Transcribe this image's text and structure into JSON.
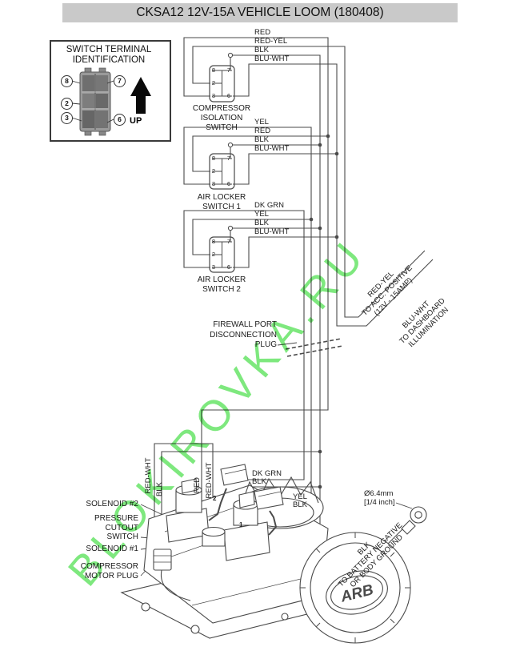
{
  "title": "CKSA12 12V-15A VEHICLE LOOM (180408)",
  "watermark": "BLOKIROVKA.RU",
  "brand": "ARB",
  "colors": {
    "line": "#4a4a4a",
    "titlebar": "#c9c9c9",
    "watermark": "#7ee87e"
  },
  "legend": {
    "title1": "SWITCH TERMINAL",
    "title2": "IDENTIFICATION",
    "up": "UP",
    "n8": "8",
    "n7": "7",
    "n2": "2",
    "n3": "3",
    "n6": "6"
  },
  "terminal_numbers": {
    "t8": "8",
    "t7": "7",
    "t2": "2",
    "t3": "3",
    "t6": "6"
  },
  "sw1": {
    "w1": "RED",
    "w2": "RED-YEL",
    "w3": "BLK",
    "w4": "BLU-WHT",
    "name1": "COMPRESSOR",
    "name2": "ISOLATION",
    "name3": "SWITCH"
  },
  "sw2": {
    "w1": "YEL",
    "w2": "RED",
    "w3": "BLK",
    "w4": "BLU-WHT",
    "name1": "AIR LOCKER",
    "name2": "SWITCH 1"
  },
  "sw3": {
    "w1": "DK GRN",
    "w2": "YEL",
    "w3": "BLK",
    "w4": "BLU-WHT",
    "name1": "AIR LOCKER",
    "name2": "SWITCH 2"
  },
  "firewall": {
    "l1": "FIREWALL PORT",
    "l2": "DISCONNECTION",
    "l3": "PLUG"
  },
  "acc": {
    "l1": "RED-YEL",
    "l2": "TO ACC. POSITIVE",
    "l3": "(12V - 15AMP)"
  },
  "dash": {
    "l1": "BLU-WHT",
    "l2": "TO DASHBOARD",
    "l3": "ILLUMINATION"
  },
  "ground": {
    "l1": "BLK",
    "l2": "TO BATTERY NEGATIVE",
    "l3": "OR BODY GROUND"
  },
  "ring": {
    "l1": "Ø6.4mm",
    "l2": "[1/4 inch]"
  },
  "comp": {
    "sol2": "SOLENOID #2",
    "pcs1": "PRESSURE",
    "pcs2": "CUTOUT",
    "pcs3": "SWITCH",
    "sol1": "SOLENOID #1",
    "mp1": "COMPRESSOR",
    "mp2": "MOTOR PLUG",
    "m2": "2",
    "m1": "1"
  },
  "bwires": {
    "redwht1": "RED-WHT",
    "blk1": "BLK",
    "red": "RED",
    "redwht2": "RED-WHT",
    "dkgrn": "DK GRN",
    "blk2": "BLK",
    "yel": "YEL",
    "blk3": "BLK"
  }
}
